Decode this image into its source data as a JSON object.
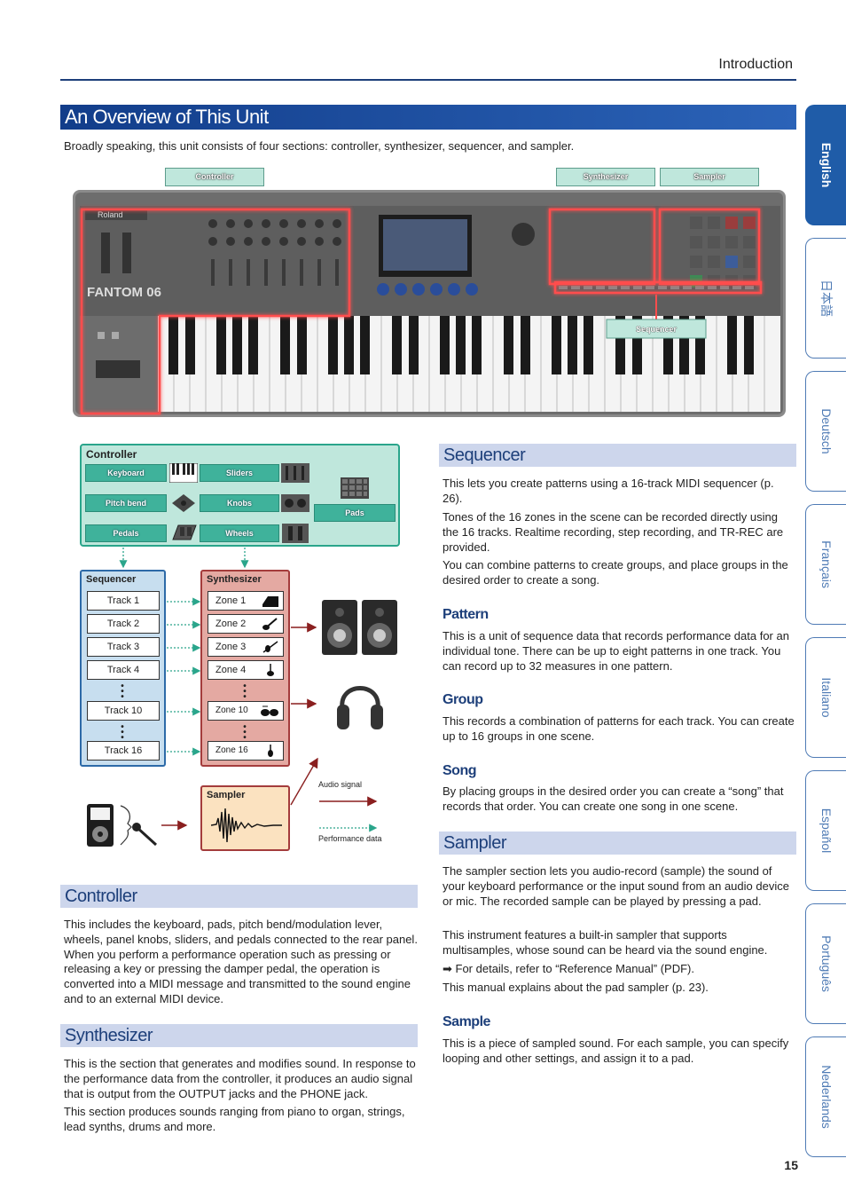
{
  "header": {
    "title": "Introduction"
  },
  "languages": [
    {
      "label": "English",
      "active": true
    },
    {
      "label": "日本語",
      "active": false
    },
    {
      "label": "Deutsch",
      "active": false
    },
    {
      "label": "Français",
      "active": false
    },
    {
      "label": "Italiano",
      "active": false
    },
    {
      "label": "Español",
      "active": false
    },
    {
      "label": "Português",
      "active": false
    },
    {
      "label": "Nederlands",
      "active": false
    }
  ],
  "overview": {
    "title": "An Overview of This Unit",
    "intro": "Broadly speaking, this unit consists of four sections: controller, synthesizer, sequencer, and sampler."
  },
  "keyboard_callouts": {
    "controller": "Controller",
    "synthesizer": "Synthesizer",
    "sampler": "Sampler",
    "sequencer": "Sequencer"
  },
  "keyboard_brand": {
    "logo": "Roland",
    "model": "FANTOM 06"
  },
  "diagram": {
    "controller_title": "Controller",
    "controller_items": {
      "keyboard": "Keyboard",
      "sliders": "Sliders",
      "pitch_bend": "Pitch bend",
      "knobs": "Knobs",
      "pads": "Pads",
      "pedals": "Pedals",
      "wheels": "Wheels"
    },
    "sequencer_title": "Sequencer",
    "tracks": [
      "Track 1",
      "Track 2",
      "Track 3",
      "Track 4",
      "Track 10",
      "Track 16"
    ],
    "synthesizer_title": "Synthesizer",
    "zones": [
      "Zone 1",
      "Zone 2",
      "Zone 3",
      "Zone 4",
      "Zone 10",
      "Zone 16"
    ],
    "sampler_title": "Sampler",
    "legend_audio": "Audio signal",
    "legend_performance": "Performance data"
  },
  "controller_section": {
    "title": "Controller",
    "body": "This includes the keyboard, pads, pitch bend/modulation lever, wheels, panel knobs, sliders, and pedals connected to the rear panel. When you perform a performance operation such as pressing or releasing a key or pressing the damper pedal, the operation is converted into a MIDI message and transmitted to the sound engine and to an external MIDI device."
  },
  "synthesizer_section": {
    "title": "Synthesizer",
    "body1": "This is the section that generates and modifies sound. In response to the performance data from the controller, it produces an audio signal that is output from the OUTPUT jacks and the PHONE jack.",
    "body2": "This section produces sounds ranging from piano to organ, strings, lead synths, drums and more."
  },
  "sequencer_section": {
    "title": "Sequencer",
    "body1": "This lets you create patterns using a 16-track MIDI sequencer (p. 26).",
    "body2": "Tones of the 16 zones in the scene can be recorded directly using the 16 tracks. Realtime recording, step recording, and TR-REC are provided.",
    "body3": "You can combine patterns to create groups, and place groups in the desired order to create a song.",
    "pattern_title": "Pattern",
    "pattern_body": "This is a unit of sequence data that records performance data for an individual tone. There can be up to eight patterns in one track. You can record up to 32 measures in one pattern.",
    "group_title": "Group",
    "group_body": "This records a combination of patterns for each track. You can create up to 16 groups in one scene.",
    "song_title": "Song",
    "song_body": "By placing groups in the desired order you can create a “song” that records that order. You can create one song in one scene."
  },
  "sampler_section": {
    "title": "Sampler",
    "body1": "The sampler section lets you audio-record (sample) the sound of your keyboard performance or the input sound from an audio device or mic. The recorded sample can be played by pressing a pad.",
    "body2": "This instrument features a built-in sampler that supports multisamples, whose sound can be heard via the sound engine.",
    "ref": "➡ For details, refer to “Reference Manual” (PDF).",
    "body3": "This manual explains about the pad sampler (p. 23).",
    "sample_title": "Sample",
    "sample_body": "This is a piece of sampled sound. For each sample, you can specify looping and other settings, and assign it to a pad."
  },
  "page_number": "15",
  "colors": {
    "accent_blue": "#1d3f7a",
    "controller_green": "#2aa58b",
    "synth_red": "#a43c3c",
    "highlight_glow": "#ff3b3b"
  }
}
